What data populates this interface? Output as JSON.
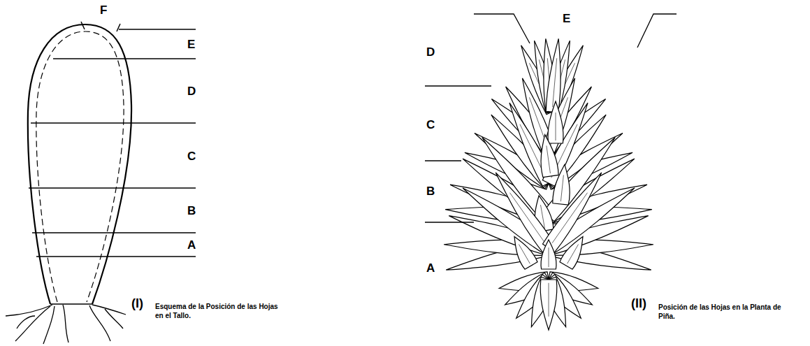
{
  "diagram": {
    "labels": [
      "F",
      "E",
      "D",
      "C",
      "B",
      "A",
      "(I)",
      "Esquema de la Posición de las Hojas en el Tallo.",
      "E",
      "D",
      "C",
      "B",
      "A",
      "(II)",
      "Posición de las Hojas en la Planta de Piña."
    ]
  }
}
